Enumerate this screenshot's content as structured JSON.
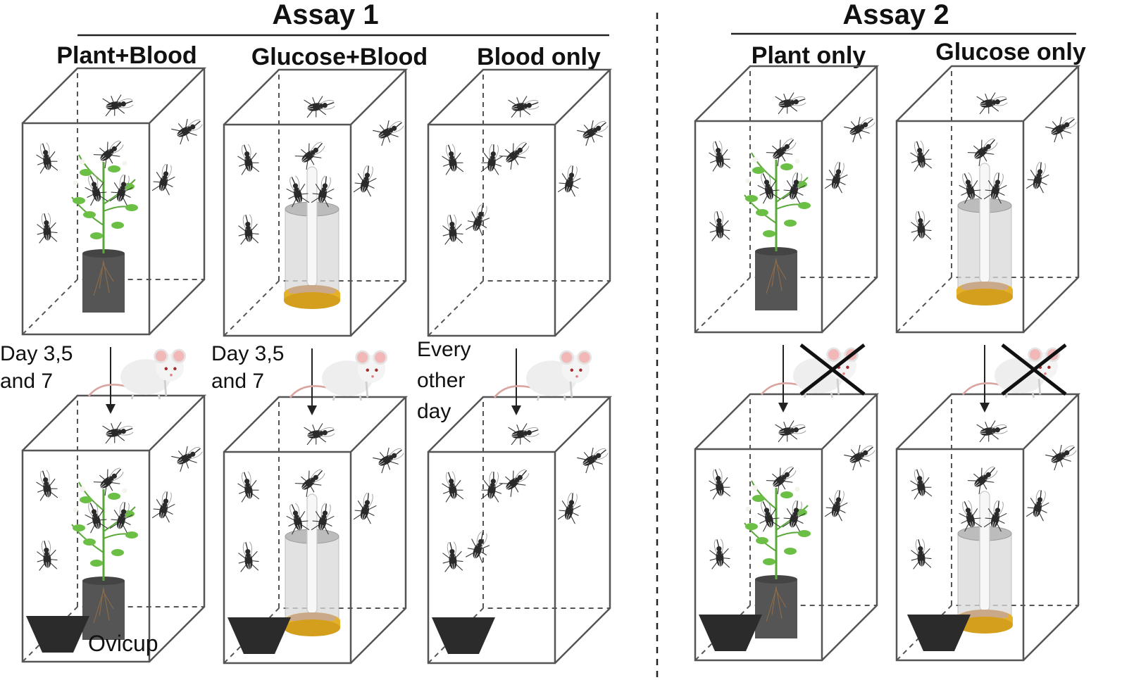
{
  "assay1": {
    "title": "Assay 1",
    "columns": [
      "Plant+Blood",
      "Glucose+Blood",
      "Blood only"
    ],
    "feeding_notes": [
      [
        "Day 3,5",
        "and 7"
      ],
      [
        "Day 3,5",
        "and 7"
      ],
      [
        "Every",
        "other",
        "day"
      ]
    ]
  },
  "assay2": {
    "title": "Assay 2",
    "columns": [
      "Plant only",
      "Glucose only"
    ]
  },
  "ovicup_label": "Ovicup",
  "cage_contents": {
    "top": [
      "plant",
      "glucose",
      "none",
      "plant",
      "glucose"
    ],
    "bottom": [
      "plant",
      "glucose",
      "none",
      "plant",
      "glucose"
    ]
  },
  "blood_meal": [
    "provided",
    "provided",
    "provided",
    "not-provided",
    "not-provided"
  ],
  "colors": {
    "leaf": "#6cbf45",
    "pot": "#555555",
    "glucose_ring": "#e6b12a",
    "glucose_liquid": "#c9a98a",
    "mosquito": "#2a2a2a",
    "mouse": "#eeeeee",
    "mouse_ear": "#f2b8b8",
    "ovicup": "#2b2b2b"
  }
}
